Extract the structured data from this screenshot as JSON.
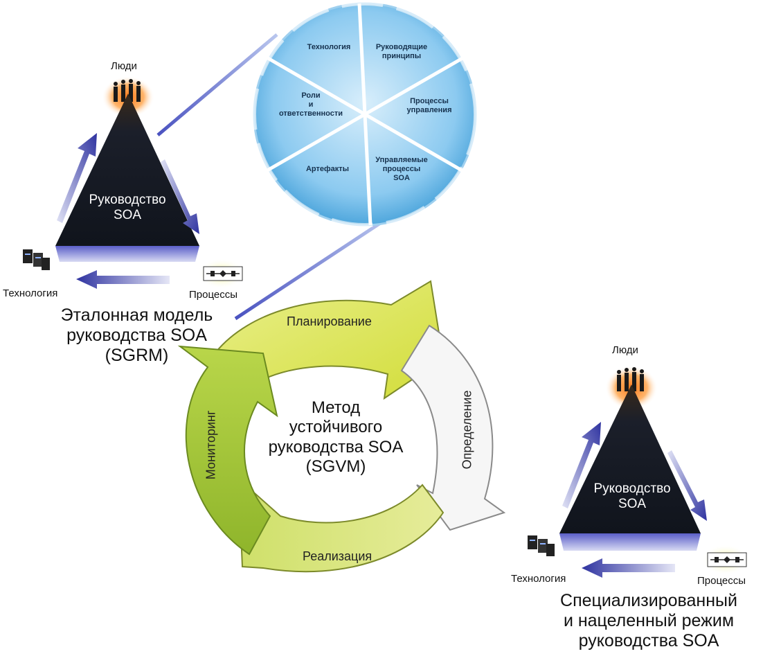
{
  "sgrm": {
    "people": "Люди",
    "title_line1": "Руководство",
    "title_line2": "SOA",
    "technology": "Технология",
    "processes": "Процессы",
    "caption_line1": "Эталонная модель",
    "caption_line2": "руководства SOA",
    "caption_line3": "(SGRM)"
  },
  "wheel": {
    "segments": [
      {
        "line1": "Технология",
        "line2": "",
        "line3": ""
      },
      {
        "line1": "Руководящие",
        "line2": "принципы",
        "line3": ""
      },
      {
        "line1": "Процессы",
        "line2": "управления",
        "line3": ""
      },
      {
        "line1": "Управляемые",
        "line2": "процессы",
        "line3": "SOA"
      },
      {
        "line1": "Артефакты",
        "line2": "",
        "line3": ""
      },
      {
        "line1": "Роли",
        "line2": "и",
        "line3": "ответственности"
      }
    ]
  },
  "cycle": {
    "planning": "Планирование",
    "definition": "Определение",
    "realization": "Реализация",
    "monitoring": "Мониторинг",
    "center_line1": "Метод",
    "center_line2": "устойчивого",
    "center_line3": "руководства SOA",
    "center_line4": "(SGVM)"
  },
  "specialized": {
    "people": "Люди",
    "title_line1": "Руководство",
    "title_line2": "SOA",
    "technology": "Технология",
    "processes": "Процессы",
    "caption_line1": "Специализированный",
    "caption_line2": "и нацеленный режим",
    "caption_line3": "руководства SOA"
  },
  "colors": {
    "triangle": "#1b1f2a",
    "arrow_blue": "#3a3fa8",
    "wheel_blue": "#6bb8e6",
    "cycle_yellow": "#d9e35a",
    "cycle_green": "#a9c83a",
    "cycle_white": "#f4f4f4"
  }
}
